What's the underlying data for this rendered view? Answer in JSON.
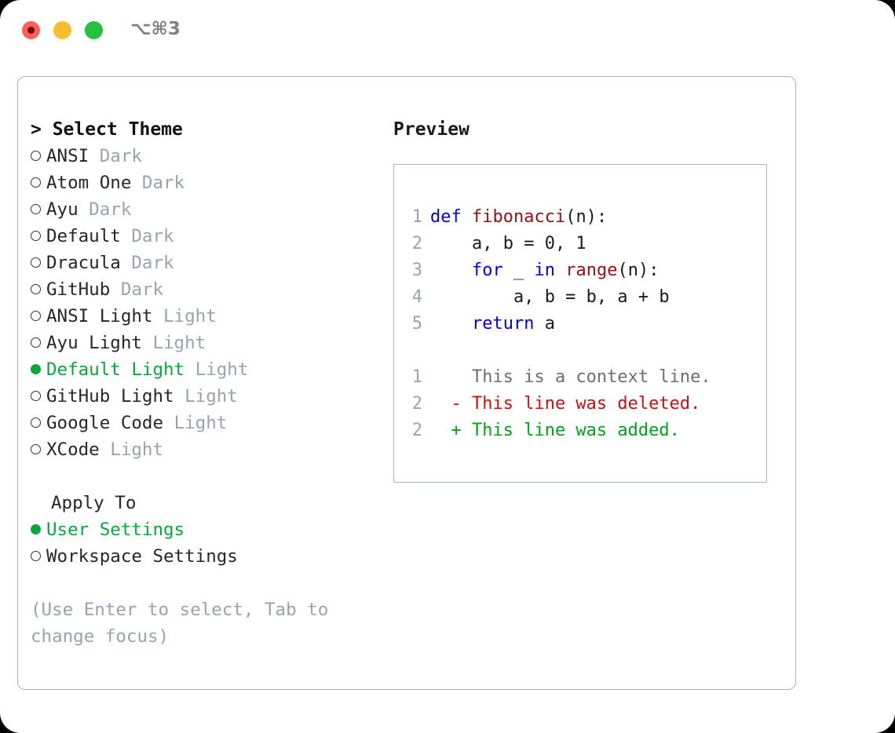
{
  "titlebar": {
    "shortcut": "⌥⌘3",
    "buttons": [
      {
        "name": "close",
        "color": "#fc6058"
      },
      {
        "name": "minimize",
        "color": "#fdbc2d"
      },
      {
        "name": "maximize",
        "color": "#22c13e"
      }
    ]
  },
  "theme_picker": {
    "header": "> Select Theme",
    "selected_marker": "●",
    "unselected_marker": "○",
    "items": [
      {
        "name": "ANSI",
        "kind": "Dark",
        "selected": false
      },
      {
        "name": "Atom One",
        "kind": "Dark",
        "selected": false
      },
      {
        "name": "Ayu",
        "kind": "Dark",
        "selected": false
      },
      {
        "name": "Default",
        "kind": "Dark",
        "selected": false
      },
      {
        "name": "Dracula",
        "kind": "Dark",
        "selected": false
      },
      {
        "name": "GitHub",
        "kind": "Dark",
        "selected": false
      },
      {
        "name": "ANSI Light",
        "kind": "Light",
        "selected": false
      },
      {
        "name": "Ayu Light",
        "kind": "Light",
        "selected": false
      },
      {
        "name": "Default Light",
        "kind": "Light",
        "selected": true
      },
      {
        "name": "GitHub Light",
        "kind": "Light",
        "selected": false
      },
      {
        "name": "Google Code",
        "kind": "Light",
        "selected": false
      },
      {
        "name": "XCode",
        "kind": "Light",
        "selected": false
      }
    ]
  },
  "apply_to": {
    "header": "Apply To",
    "options": [
      {
        "label": "User Settings",
        "selected": true
      },
      {
        "label": "Workspace Settings",
        "selected": false
      }
    ]
  },
  "hint": "(Use Enter to select, Tab to change focus)",
  "preview": {
    "title": "Preview",
    "code_lines": [
      {
        "no": "1",
        "tokens": [
          {
            "t": "def ",
            "c": "kw"
          },
          {
            "t": "fibonacci",
            "c": "fn"
          },
          {
            "t": "(n):",
            "c": "plain"
          }
        ]
      },
      {
        "no": "2",
        "tokens": [
          {
            "t": "    a, b = 0, 1",
            "c": "plain"
          }
        ]
      },
      {
        "no": "3",
        "tokens": [
          {
            "t": "    ",
            "c": "plain"
          },
          {
            "t": "for",
            "c": "kw"
          },
          {
            "t": " _ ",
            "c": "plain"
          },
          {
            "t": "in",
            "c": "kw"
          },
          {
            "t": " ",
            "c": "plain"
          },
          {
            "t": "range",
            "c": "fn"
          },
          {
            "t": "(n):",
            "c": "plain"
          }
        ]
      },
      {
        "no": "4",
        "tokens": [
          {
            "t": "        a, b = b, a + b",
            "c": "plain"
          }
        ]
      },
      {
        "no": "5",
        "tokens": [
          {
            "t": "    ",
            "c": "plain"
          },
          {
            "t": "return",
            "c": "kw"
          },
          {
            "t": " a",
            "c": "plain"
          }
        ]
      }
    ],
    "diff_lines": [
      {
        "no": "1",
        "sign": " ",
        "text": " This is a context line.",
        "kind": "ctx"
      },
      {
        "no": "2",
        "sign": "-",
        "text": " This line was deleted.",
        "kind": "del"
      },
      {
        "no": "2",
        "sign": "+",
        "text": " This line was added.",
        "kind": "add"
      }
    ]
  },
  "colors": {
    "accent_green": "#07a83c",
    "muted": "#9aa2b1",
    "border": "#aab2c0",
    "keyword": "#0000ee",
    "function": "#9b0d14",
    "diff_added": "#00a317",
    "diff_deleted": "#cc1111"
  }
}
